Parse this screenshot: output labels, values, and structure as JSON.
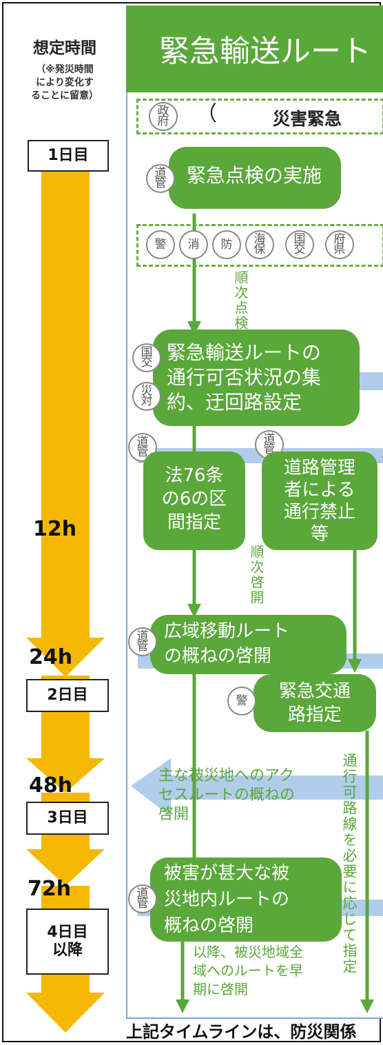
{
  "timeline": {
    "title": "想定時間",
    "note": "（※発災時間\nにより変化す\nることに留意）",
    "days": [
      "1日目",
      "2日目",
      "3日目",
      "4日目\n以降"
    ],
    "hours": [
      "12h",
      "24h",
      "48h",
      "72h"
    ]
  },
  "panel": {
    "title": "緊急輸送ルート",
    "paren": "（",
    "agency_row_1": {
      "circle": "政\n府",
      "label": "災害緊急"
    },
    "agency_row_2": [
      "警",
      "消",
      "防",
      "海\n保",
      "国\n交",
      "府\n県"
    ],
    "side_circles": {
      "c1": "道\n管",
      "c2": "国\n交",
      "c3": "災\n対",
      "c4": "道\n管",
      "c5": "道\n管",
      "c6": "道\n管",
      "c7": "警",
      "c8": "道\n管"
    },
    "boxes": {
      "inspection": "緊急点検の実施",
      "status": "緊急輸送ルートの\n通行可否状況の集\n約、迂回路設定",
      "law": "法76条\nの6の区\n間指定",
      "road_admin": "道路管理\n者による\n通行禁止\n等",
      "wide_area": "広域移動ルート\nの概ねの啓開",
      "emergency_road": "緊急交通\n路指定",
      "damaged": "被害が甚大な被\n災地内ルートの\n概ねの啓開"
    },
    "vertical_notes": {
      "sequential_inspection": "順次点検",
      "sequential_clearing": "順次啓開",
      "designate": "通行可路線を必要に応じて指定"
    },
    "texts": {
      "access": "主な被災地へのアク\nセスルートの概ねの\n啓開",
      "later": "以降、被災地域全\n域へのルートを早\n期に啓開"
    }
  },
  "footer": "上記タイムラインは、防災関係",
  "colors": {
    "green": "#5aa73a",
    "orange": "#f5b800",
    "blue": "#9cc2e6"
  }
}
